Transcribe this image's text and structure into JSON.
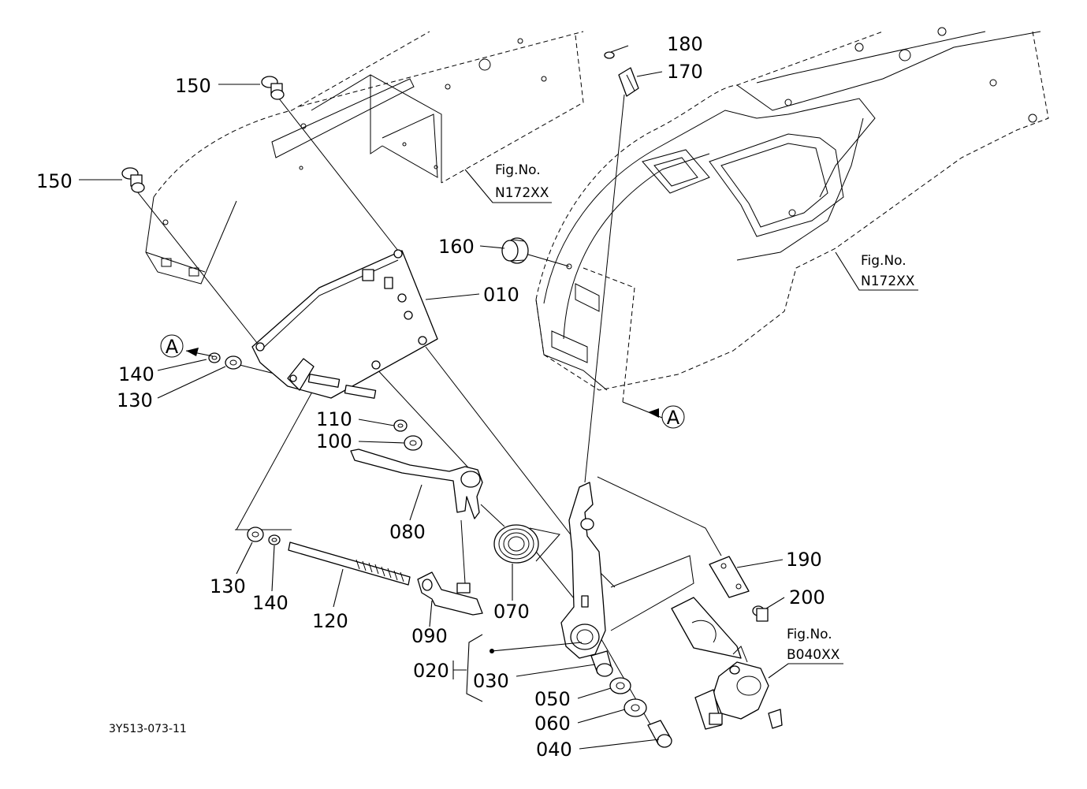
{
  "labels": {
    "p010": "010",
    "p020": "020",
    "p030": "030",
    "p040": "040",
    "p050": "050",
    "p060": "060",
    "p070": "070",
    "p080": "080",
    "p090": "090",
    "p100": "100",
    "p110": "110",
    "p120": "120",
    "p130a": "130",
    "p130b": "130",
    "p140a": "140",
    "p140b": "140",
    "p150a": "150",
    "p150b": "150",
    "p160": "160",
    "p170": "170",
    "p180": "180",
    "p190": "190",
    "p200": "200"
  },
  "refs": {
    "ref_a1": "A",
    "ref_a2": "A"
  },
  "figrefs": {
    "fig1_title": "Fig.No.",
    "fig1_code": "N172XX",
    "fig2_title": "Fig.No.",
    "fig2_code": "N172XX",
    "fig3_title": "Fig.No.",
    "fig3_code": "B040XX"
  },
  "drawing_code": "3Y513-073-11"
}
